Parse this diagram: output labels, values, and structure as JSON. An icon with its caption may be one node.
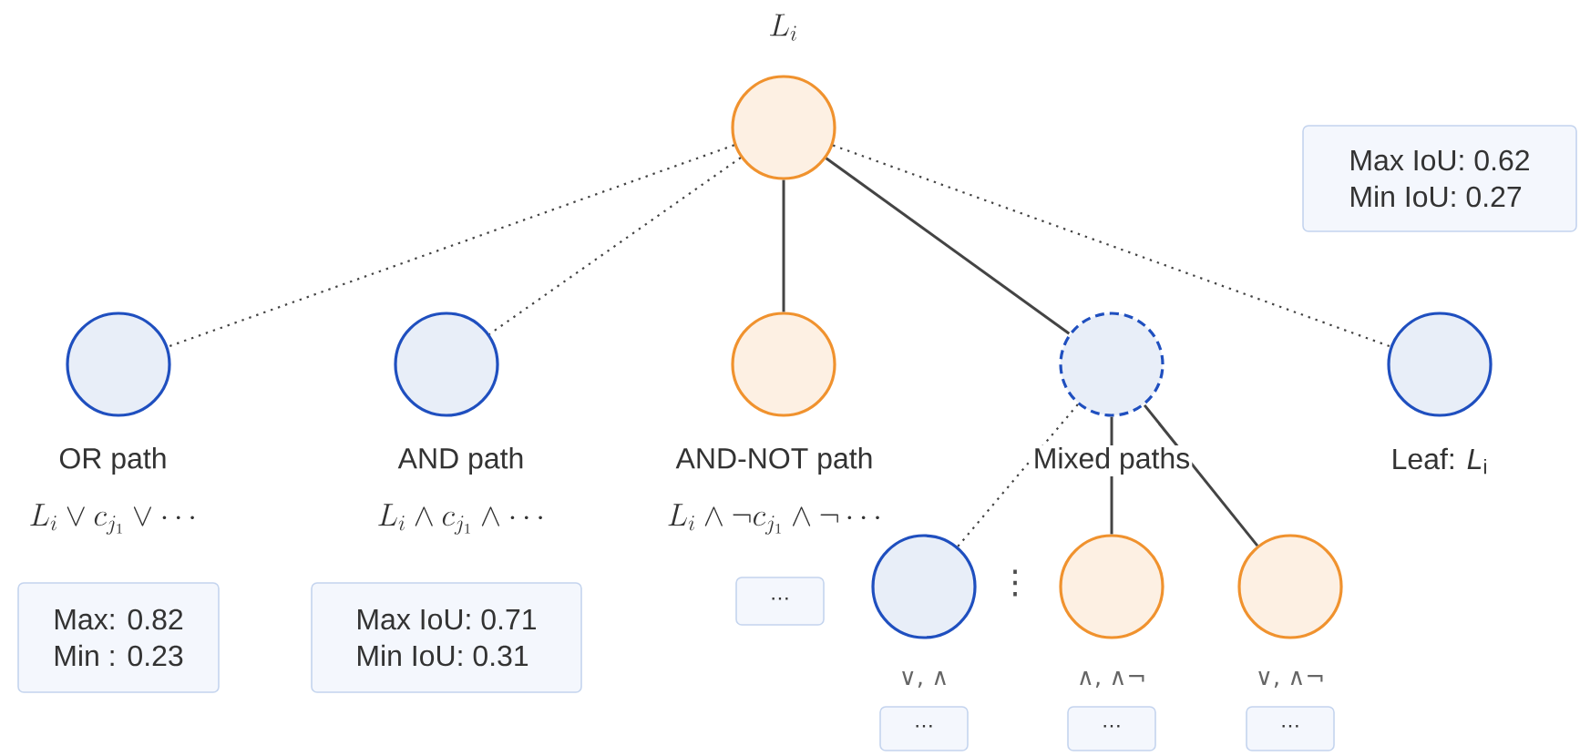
{
  "diagram": {
    "nodes": [
      {
        "text": [],
        "shape": "circle",
        "beside": [
          "L_i"
        ]
      },
      {
        "text": [],
        "shape": "circle",
        "beside": [
          "OR path",
          "L_i \\vee c_{j_1} \\vee \\cdots"
        ]
      },
      {
        "text": [],
        "shape": "circle",
        "beside": [
          "AND path",
          "L_i \\wedge c_{j_1} \\wedge \\cdots"
        ]
      },
      {
        "text": [],
        "shape": "circle",
        "beside": [
          "AND-NOT path"
        ]
      },
      {
        "text": [],
        "shape": "circle",
        "beside": [
          "Mixed paths"
        ]
      },
      {
        "text": [],
        "shape": "circle",
        "beside": [
          "Leaf: *L*$_{i}$"
        ]
      },
      {
        "text": [
          "Max IoU: 0.62",
          "Min IoU: 0.27"
        ]
      },
      {
        "text": [
          "Max: 0.82",
          "Min : 0.23"
        ]
      },
      {
        "text": [
          "Max IoU: 0.71",
          "Min IoU: 0.31"
        ]
      },
      {
        "text": [
          "⋯"
        ]
      },
      {
        "text": [],
        "shape": "circle"
      },
      {
        "text": [],
        "shape": "circle"
      },
      {
        "text": [],
        "shape": "circle"
      },
      {
        "text": [
          "⋯"
        ]
      },
      {
        "text": [
          "⋯"
        ]
      },
      {
        "text": [
          "⋯"
        ]
      }
    ],
    "edges": [
      {
        "from": 0,
        "to": 1,
        "arrow": "none",
        "style": "dashed"
      },
      {
        "from": 0,
        "to": 2,
        "arrow": "none",
        "style": "dashed"
      },
      {
        "from": 0,
        "to": 3,
        "arrow": "none"
      },
      {
        "from": 0,
        "to": 4,
        "arrow": "none"
      },
      {
        "from": 0,
        "to": 5,
        "arrow": "none",
        "style": "dashed"
      },
      {
        "from": 4,
        "to": 10,
        "arrow": "none",
        "style": "dashed"
      },
      {
        "from": 4,
        "to": 11,
        "arrow": "none"
      },
      {
        "from": 4,
        "to": 12,
        "arrow": "none"
      }
    ],
    "labels": [
      "L_i \\wedge \\neg c_{j_1} \\wedge \\neg \\cdots",
      "⋮",
      "∨, ∧",
      "∧, ∧¬",
      "∨, ∧¬"
    ]
  }
}
